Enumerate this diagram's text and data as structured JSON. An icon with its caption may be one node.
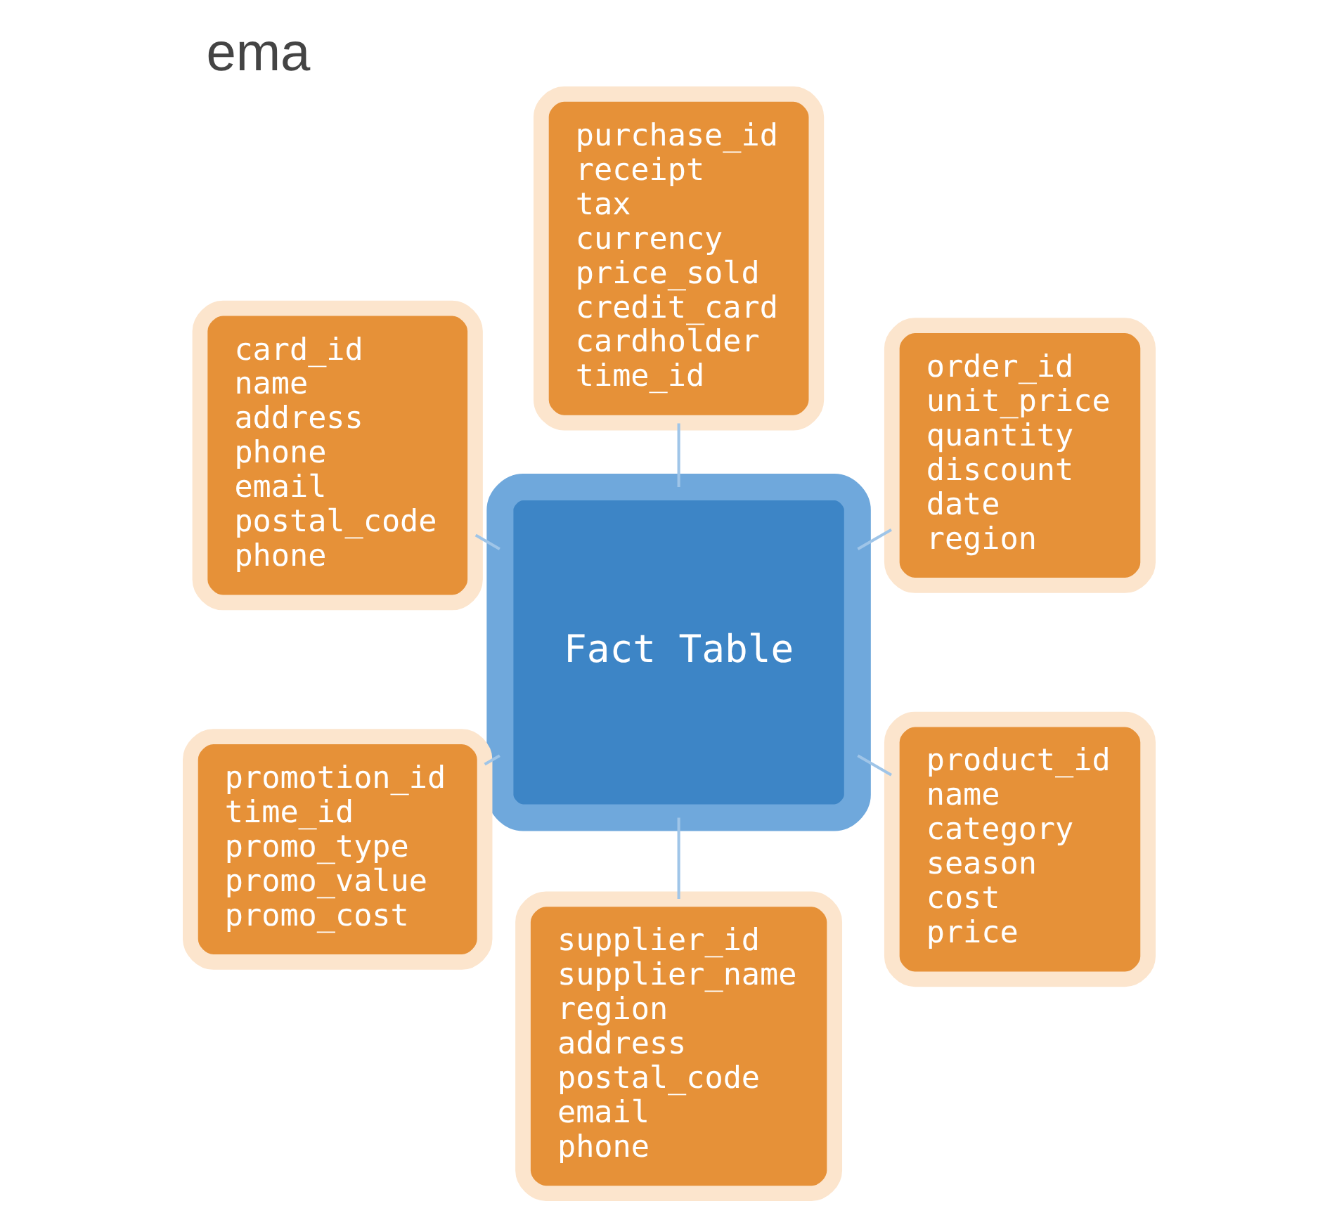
{
  "diagram": {
    "title": "ema",
    "nodes": [
      {
        "text": [
          "order_id",
          "unit_price",
          "quantity",
          "discount",
          "date",
          "region"
        ]
      },
      {
        "text": [
          "purchase_id",
          "receipt",
          "tax",
          "currency",
          "price_sold",
          "credit_card",
          "cardholder",
          "time_id"
        ]
      },
      {
        "text": [
          "card_id",
          "name",
          "address",
          "phone",
          "email",
          "postal_code",
          "phone"
        ]
      },
      {
        "text": [
          "Fact Table"
        ]
      },
      {
        "text": [
          "promotion_id",
          "time_id",
          "promo_type",
          "promo_value",
          "promo_cost"
        ]
      },
      {
        "text": [
          "supplier_id",
          "supplier_name",
          "region",
          "address",
          "postal_code",
          "email",
          "phone"
        ]
      },
      {
        "text": [
          "product_id",
          "name",
          "category",
          "season",
          "cost",
          "price"
        ]
      }
    ],
    "edges": [
      {
        "from": 3,
        "to": 0,
        "arrow": "none"
      },
      {
        "from": 3,
        "to": 1,
        "arrow": "none"
      },
      {
        "from": 3,
        "to": 2,
        "arrow": "none"
      },
      {
        "from": 3,
        "to": 4,
        "arrow": "none"
      },
      {
        "from": 3,
        "to": 5,
        "arrow": "none"
      },
      {
        "from": 3,
        "to": 6,
        "arrow": "none"
      }
    ]
  }
}
